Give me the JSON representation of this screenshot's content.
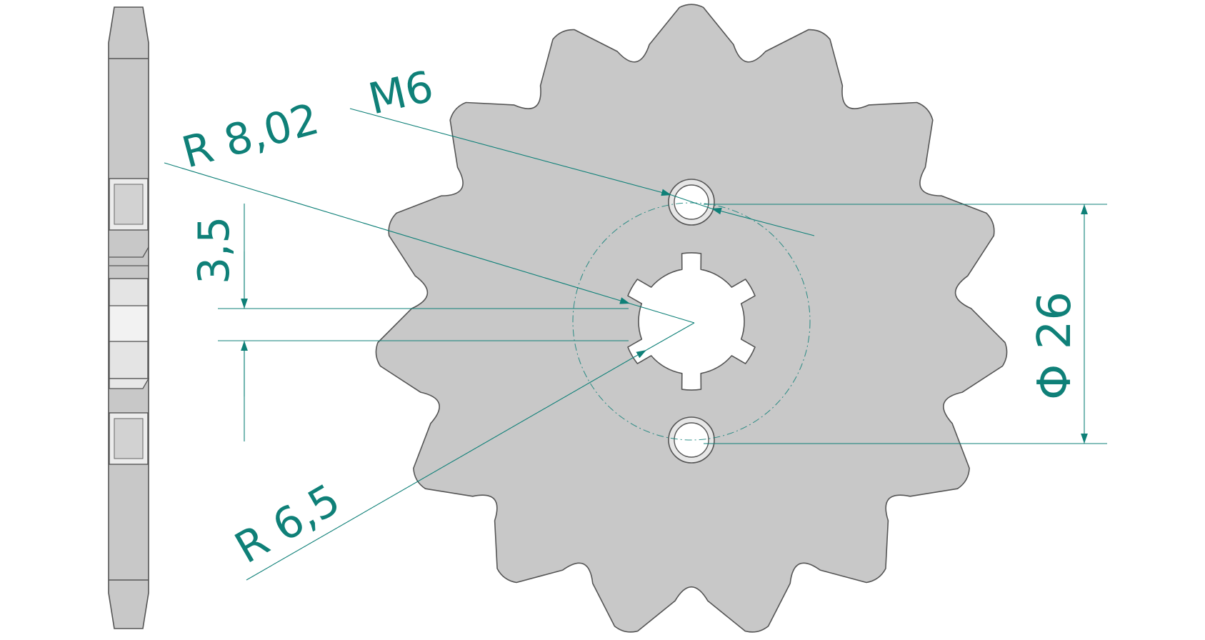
{
  "colors": {
    "background": "#ffffff",
    "part_fill": "#c8c8c8",
    "part_fill_light": "#d6d6d6",
    "part_outline": "#555555",
    "dimension": "#0f8078"
  },
  "part": {
    "name": "front sprocket",
    "teeth": 15
  },
  "dimensions": {
    "m6": "M6",
    "r802": "R 8,02",
    "r65": "R 6,5",
    "d35": "3,5",
    "phi26": "Φ 26"
  }
}
